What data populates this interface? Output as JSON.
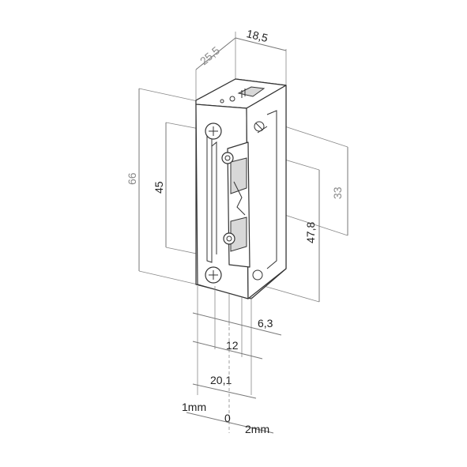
{
  "dimensions": {
    "depth": "25,5",
    "width_top": "18,5",
    "height_overall": "66",
    "screw_spacing": "45",
    "latch_height": "33",
    "plate_height": "47,8",
    "offset_small": "6,3",
    "offset_medium": "12",
    "offset_large": "20,1"
  },
  "adjustment": {
    "left_label": "1mm",
    "center_label": "0",
    "right_label": "2mm"
  }
}
